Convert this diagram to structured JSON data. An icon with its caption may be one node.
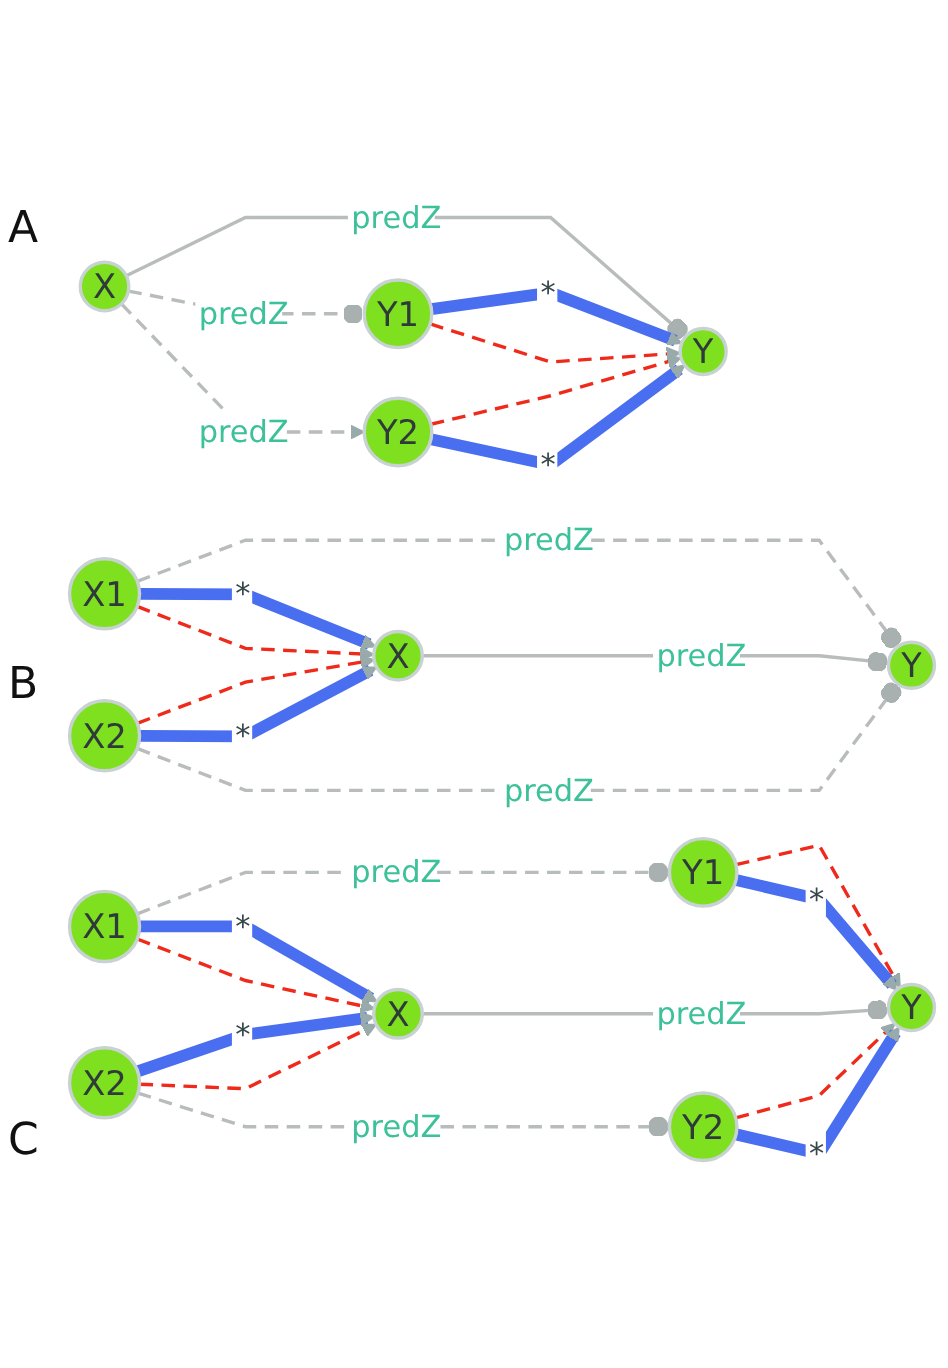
{
  "diagram": {
    "nodes": [
      {
        "text": [
          "X"
        ]
      },
      {
        "text": [
          "Y1"
        ]
      },
      {
        "text": [
          "Y2"
        ]
      },
      {
        "text": [
          "Y"
        ]
      },
      {
        "text": [
          "X1"
        ]
      },
      {
        "text": [
          "X"
        ]
      },
      {
        "text": [
          "X2"
        ]
      },
      {
        "text": [
          "Y"
        ]
      },
      {
        "text": [
          "X1"
        ]
      },
      {
        "text": [
          "Y1"
        ]
      },
      {
        "text": [
          "X"
        ]
      },
      {
        "text": [
          "Y"
        ]
      },
      {
        "text": [
          "X2"
        ]
      },
      {
        "text": [
          "Y2"
        ]
      }
    ],
    "edges": [
      {
        "from": 0,
        "to": 1,
        "arrow": "other",
        "label": "predZ",
        "style": "dashed"
      },
      {
        "from": 0,
        "to": 3,
        "arrow": "other",
        "label": "predZ"
      },
      {
        "from": 0,
        "to": 2,
        "arrow": "to",
        "label": "predZ",
        "style": "dashed"
      },
      {
        "from": 1,
        "to": 3,
        "arrow": "to",
        "label": "*",
        "style": "thick",
        "color": "#4a6ef0"
      },
      {
        "from": 1,
        "to": 3,
        "arrow": "to",
        "style": "dashed",
        "color": "#f02a1a"
      },
      {
        "from": 2,
        "to": 3,
        "arrow": "to",
        "style": "dashed",
        "color": "#f02a1a"
      },
      {
        "from": 2,
        "to": 3,
        "arrow": "to",
        "label": "*",
        "style": "thick",
        "color": "#4a6ef0"
      },
      {
        "from": 4,
        "to": 5,
        "arrow": "to",
        "label": "*",
        "style": "thick",
        "color": "#4a6ef0"
      },
      {
        "from": 4,
        "to": 5,
        "arrow": "to",
        "style": "dashed",
        "color": "#f02a1a"
      },
      {
        "from": 4,
        "to": 7,
        "arrow": "other",
        "label": "predZ",
        "style": "dashed"
      },
      {
        "from": 5,
        "to": 7,
        "arrow": "other",
        "label": "predZ"
      },
      {
        "from": 6,
        "to": 7,
        "arrow": "other",
        "label": "predZ",
        "style": "dashed"
      },
      {
        "from": 6,
        "to": 5,
        "arrow": "to",
        "style": "dashed",
        "color": "#f02a1a"
      },
      {
        "from": 6,
        "to": 5,
        "arrow": "to",
        "label": "*",
        "style": "thick",
        "color": "#4a6ef0"
      },
      {
        "from": 8,
        "to": 10,
        "arrow": "to",
        "label": "*",
        "style": "thick",
        "color": "#4a6ef0"
      },
      {
        "from": 8,
        "to": 10,
        "arrow": "to",
        "style": "dashed",
        "color": "#f02a1a"
      },
      {
        "from": 8,
        "to": 9,
        "arrow": "other",
        "label": "predZ",
        "style": "dashed"
      },
      {
        "from": 9,
        "to": 11,
        "arrow": "to",
        "style": "dashed",
        "color": "#f02a1a"
      },
      {
        "from": 9,
        "to": 11,
        "arrow": "to",
        "label": "*",
        "style": "thick",
        "color": "#4a6ef0"
      },
      {
        "from": 10,
        "to": 11,
        "arrow": "other",
        "label": "predZ"
      },
      {
        "from": 12,
        "to": 10,
        "arrow": "to",
        "label": "*",
        "style": "thick",
        "color": "#4a6ef0"
      },
      {
        "from": 12,
        "to": 10,
        "arrow": "to",
        "style": "dashed",
        "color": "#f02a1a"
      },
      {
        "from": 12,
        "to": 13,
        "arrow": "other",
        "label": "predZ",
        "style": "dashed"
      },
      {
        "from": 13,
        "to": 11,
        "arrow": "to",
        "style": "dashed",
        "color": "#f02a1a"
      },
      {
        "from": 13,
        "to": 11,
        "arrow": "to",
        "label": "*",
        "style": "thick",
        "color": "#4a6ef0"
      }
    ],
    "labels": [
      "A",
      "B",
      "C"
    ]
  }
}
